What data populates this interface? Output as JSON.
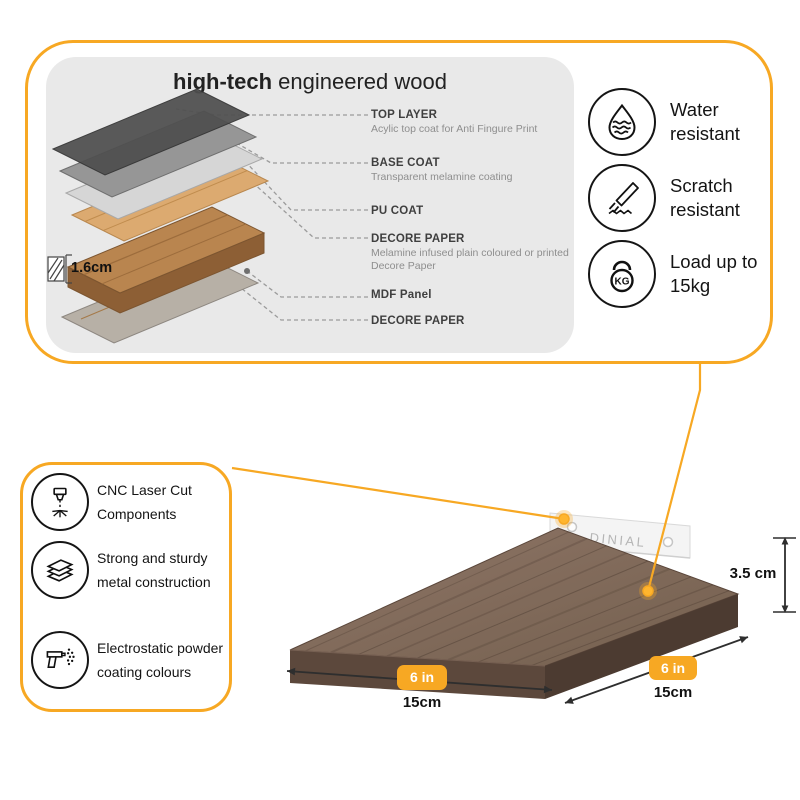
{
  "colors": {
    "accent": "#F7A823",
    "panel_grey": "#e9e9e9",
    "wood_top": "#86695a",
    "wood_side": "#5c483c"
  },
  "top_panel": {
    "title": {
      "bold": "high-tech",
      "rest": " engineered wood"
    },
    "thickness": "1.6cm",
    "layer_labels": [
      {
        "name": "TOP LAYER",
        "desc": "Acylic top coat for Anti Fingure Print"
      },
      {
        "name": "BASE COAT",
        "desc": "Transparent melamine coating"
      },
      {
        "name": "PU COAT",
        "desc": ""
      },
      {
        "name": "DECORE PAPER",
        "desc": "Melamine infused plain coloured or printed Decore Paper"
      },
      {
        "name": "MDF Panel",
        "desc": ""
      },
      {
        "name": "DECORE PAPER",
        "desc": ""
      }
    ],
    "features": [
      {
        "icon": "water-drop-icon",
        "label": "Water resistant"
      },
      {
        "icon": "scratch-icon",
        "label": "Scratch resistant"
      },
      {
        "icon": "kettlebell-kg-icon",
        "label": "Load up to 15kg",
        "kg_text": "KG"
      }
    ]
  },
  "metal_features": [
    {
      "icon": "cnc-laser-icon",
      "label": "CNC Laser Cut Components"
    },
    {
      "icon": "metal-sheets-icon",
      "label": "Strong and sturdy metal construction"
    },
    {
      "icon": "spray-gun-icon",
      "label": "Electrostatic powder coating colours"
    }
  ],
  "shelf": {
    "brand": "DINIAL",
    "dim_height": "3.5 cm",
    "dim_left": {
      "inches": "6 in",
      "cm": "15cm"
    },
    "dim_right": {
      "inches": "6 in",
      "cm": "15cm"
    }
  }
}
